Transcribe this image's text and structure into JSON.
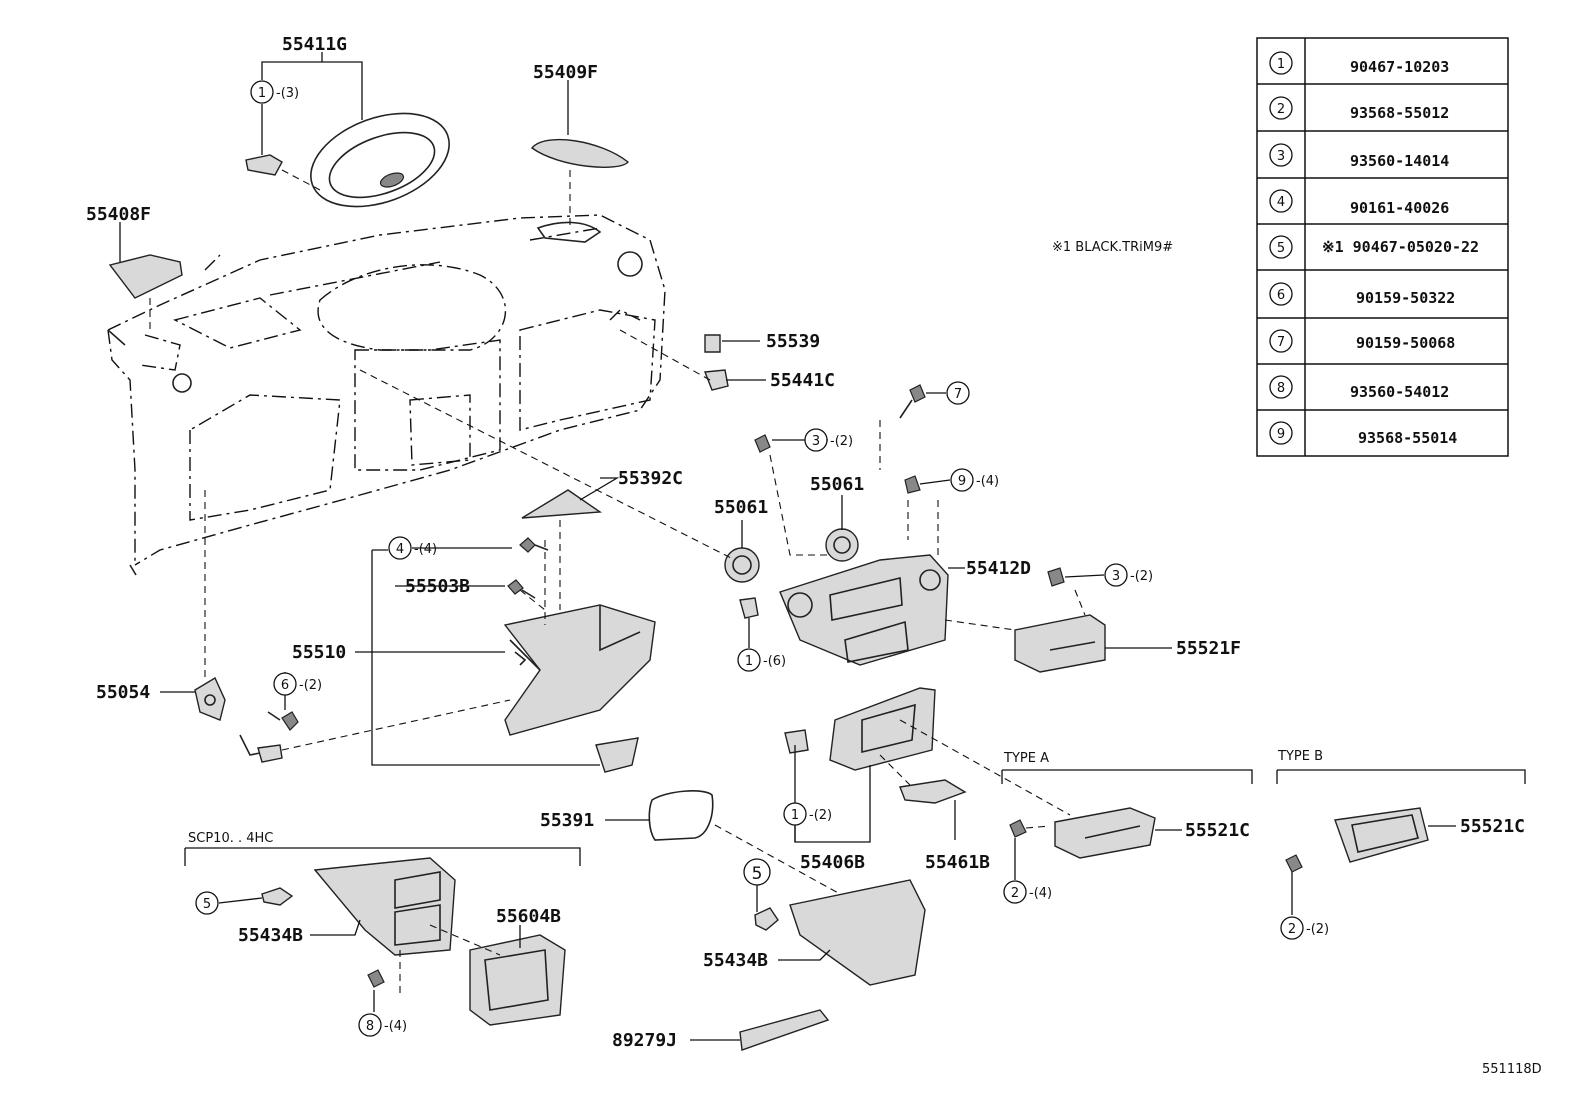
{
  "diagram_id": "551118D",
  "note": "※1  BLACK.TRiM9#",
  "variants": {
    "type_a": "TYPE A",
    "type_b": "TYPE B",
    "scp": "SCP10. . 4HC"
  },
  "parts": {
    "p55411G": "55411G",
    "p55409F": "55409F",
    "p55408F": "55408F",
    "p55539": "55539",
    "p55441C": "55441C",
    "p55392C": "55392C",
    "p55061a": "55061",
    "p55061b": "55061",
    "p55412D": "55412D",
    "p55503B": "55503B",
    "p55510": "55510",
    "p55521F": "55521F",
    "p55054": "55054",
    "p55391": "55391",
    "p55406B": "55406B",
    "p55461B": "55461B",
    "p55521Ca": "55521C",
    "p55521Cb": "55521C",
    "p55434Ba": "55434B",
    "p55604B": "55604B",
    "p55434Bb": "55434B",
    "p89279J": "89279J"
  },
  "callouts": {
    "c1": {
      "n": "1",
      "q": "-(3)"
    },
    "c2": {
      "n": "3",
      "q": "-(2)"
    },
    "c3": {
      "n": "7",
      "q": ""
    },
    "c4": {
      "n": "9",
      "q": "-(4)"
    },
    "c5": {
      "n": "3",
      "q": "-(2)"
    },
    "c6": {
      "n": "4",
      "q": "-(4)"
    },
    "c7": {
      "n": "1",
      "q": "-(6)"
    },
    "c8": {
      "n": "6",
      "q": "-(2)"
    },
    "c9": {
      "n": "1",
      "q": "-(2)"
    },
    "c10": {
      "n": "2",
      "q": "-(4)"
    },
    "c11": {
      "n": "2",
      "q": "-(2)"
    },
    "c12": {
      "n": "5",
      "q": ""
    },
    "c13": {
      "n": "8",
      "q": "-(4)"
    },
    "c14": {
      "n": "5",
      "q": ""
    }
  },
  "fastener_table": [
    {
      "no": "1",
      "part": "90467-10203"
    },
    {
      "no": "2",
      "part": "93568-55012"
    },
    {
      "no": "3",
      "part": "93560-14014"
    },
    {
      "no": "4",
      "part": "90161-40026"
    },
    {
      "no": "5",
      "part": "※1  90467-05020-22"
    },
    {
      "no": "6",
      "part": "90159-50322"
    },
    {
      "no": "7",
      "part": "90159-50068"
    },
    {
      "no": "8",
      "part": "93560-54012"
    },
    {
      "no": "9",
      "part": "93568-55014"
    }
  ]
}
